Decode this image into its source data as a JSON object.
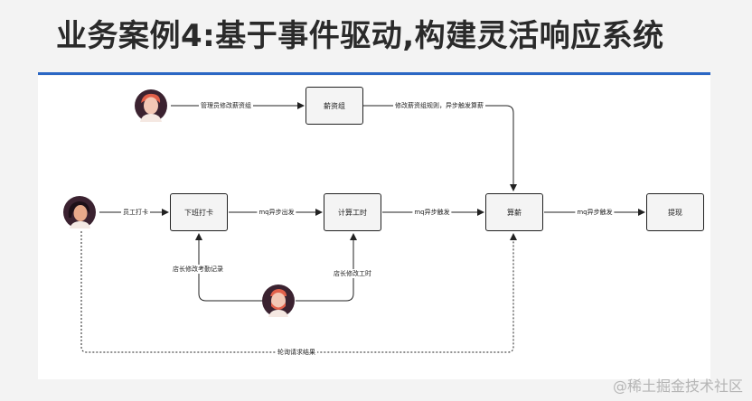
{
  "title": "业务案例4:基于事件驱动,构建灵活响应系统",
  "nodes": {
    "salary_group": "薪资组",
    "clock_out": "下班打卡",
    "calc_hours": "计算工时",
    "calc_salary": "算薪",
    "withdraw": "提现"
  },
  "edges": {
    "admin_modify": "管理员修改薪资组",
    "salary_rule": "修改薪资组规则，异步触发算薪",
    "employee_clock": "员工打卡",
    "mq_async_out": "mq异步出发",
    "mq_async_trigger1": "mq异步触发",
    "mq_async_trigger2": "mq异步触发",
    "manager_attendance": "店长修改考勤记录",
    "manager_hours": "店长修改工时",
    "polling": "轮询请求结果"
  },
  "actors": {
    "admin": "admin-avatar-icon",
    "employee": "employee-avatar-icon",
    "manager": "manager-avatar-icon"
  },
  "colors": {
    "accent_rule": "#2b67c4",
    "node_fill": "#f4f4f4",
    "node_stroke": "#222222"
  },
  "watermark": "@稀土掘金技术社区"
}
